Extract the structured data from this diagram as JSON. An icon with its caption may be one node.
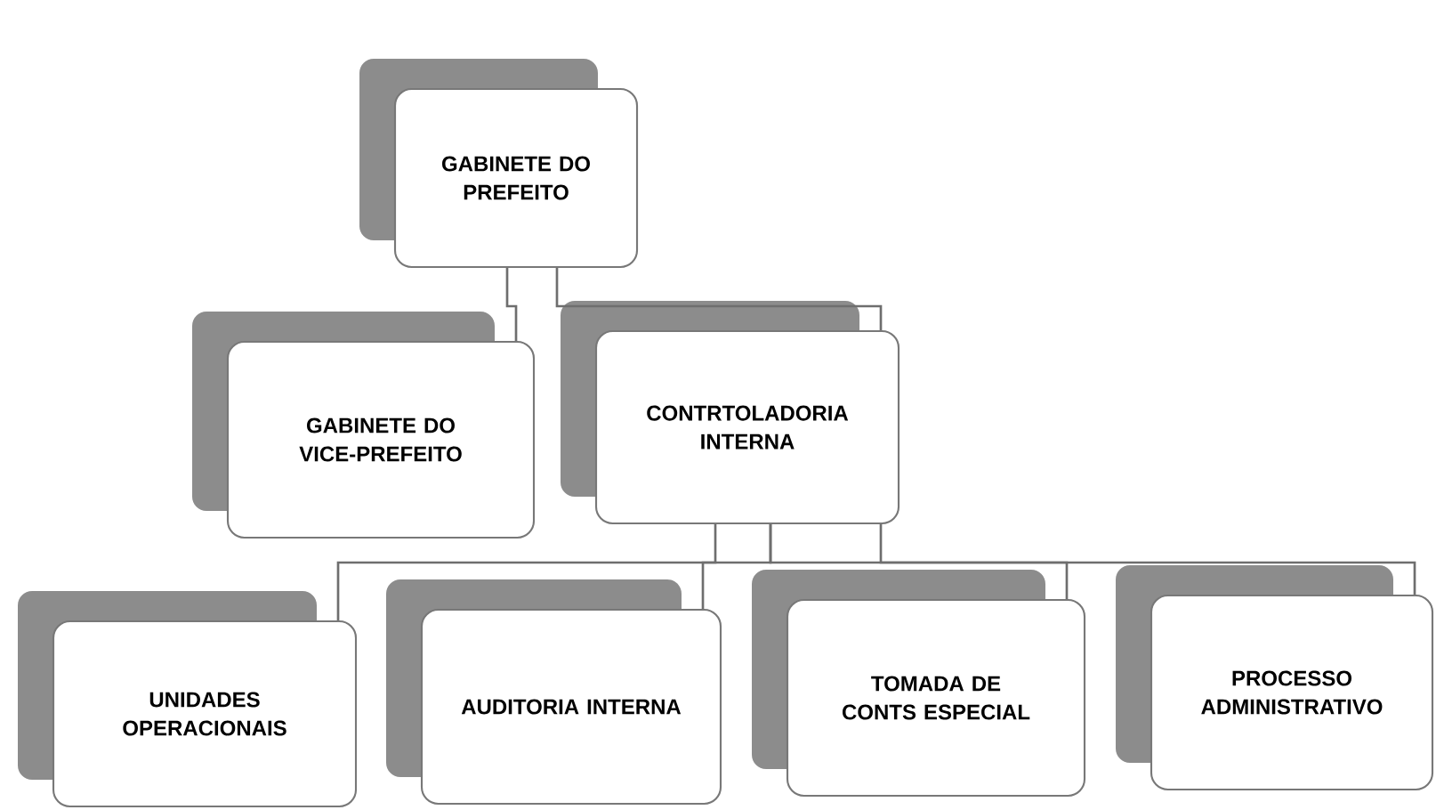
{
  "diagram": {
    "nodes": [
      {
        "text": [
          "GABINETE DO PREFEITO"
        ]
      },
      {
        "text": [
          "GABINETE DO VICE-PREFEITO"
        ]
      },
      {
        "text": [
          "CONTRTOLADORIA INTERNA"
        ]
      },
      {
        "text": [
          "UNIDADES OPERACIONAIS"
        ]
      },
      {
        "text": [
          "AUDITORIA INTERNA"
        ]
      },
      {
        "text": [
          "TOMADA DE CONTS ESPECIAL"
        ]
      },
      {
        "text": [
          "PROCESSO ADMINISTRATIVO"
        ]
      }
    ],
    "edges": [
      {
        "from": 0,
        "to": 1,
        "arrow": "none"
      },
      {
        "from": 0,
        "to": 2,
        "arrow": "none"
      },
      {
        "from": 2,
        "to": 3,
        "arrow": "none"
      },
      {
        "from": 2,
        "to": 4,
        "arrow": "none"
      },
      {
        "from": 2,
        "to": 5,
        "arrow": "none"
      },
      {
        "from": 2,
        "to": 6,
        "arrow": "none"
      }
    ]
  }
}
